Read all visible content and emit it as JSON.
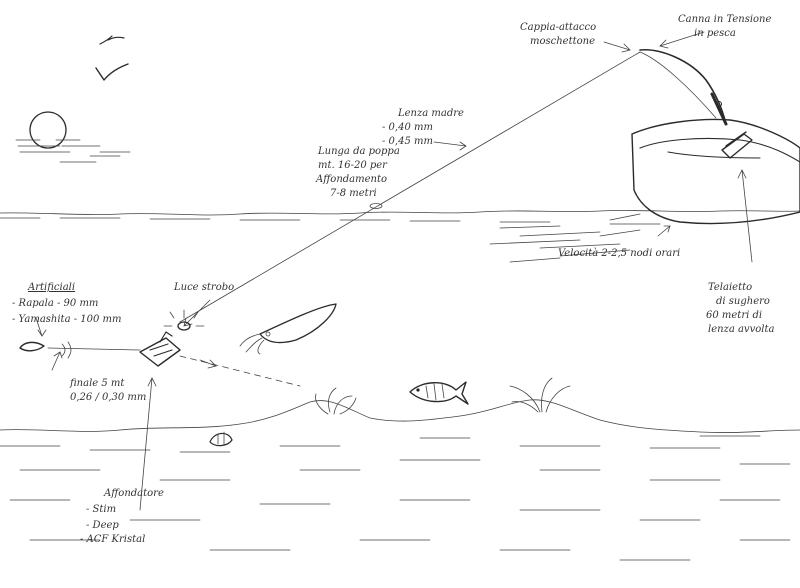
{
  "labels": {
    "cappia": [
      "Cappia-attacco",
      "moschettone"
    ],
    "canna": [
      "Canna in Tensione",
      "in pesca"
    ],
    "lenza_madre": [
      "Lenza madre",
      "- 0,40 mm",
      "- 0,45 mm"
    ],
    "lunga": [
      "Lunga da poppa",
      "mt. 16-20 per",
      "Affondamento",
      "7-8 metri"
    ],
    "velocita": "Velocità 2-2,5 nodi orari",
    "telaietto": [
      "Telaietto",
      "di sughero",
      "60 metri di",
      "lenza avvolta"
    ],
    "artificiali": [
      "Artificiali",
      "- Rapala - 90 mm",
      "- Yamashita - 100 mm"
    ],
    "luce": "Luce strobo",
    "finale": [
      "finale 5 mt",
      "0,26 / 0,30 mm"
    ],
    "affondatore": [
      "Affondatore",
      "- Stim",
      "- Deep",
      "- ACF Kristal"
    ]
  }
}
